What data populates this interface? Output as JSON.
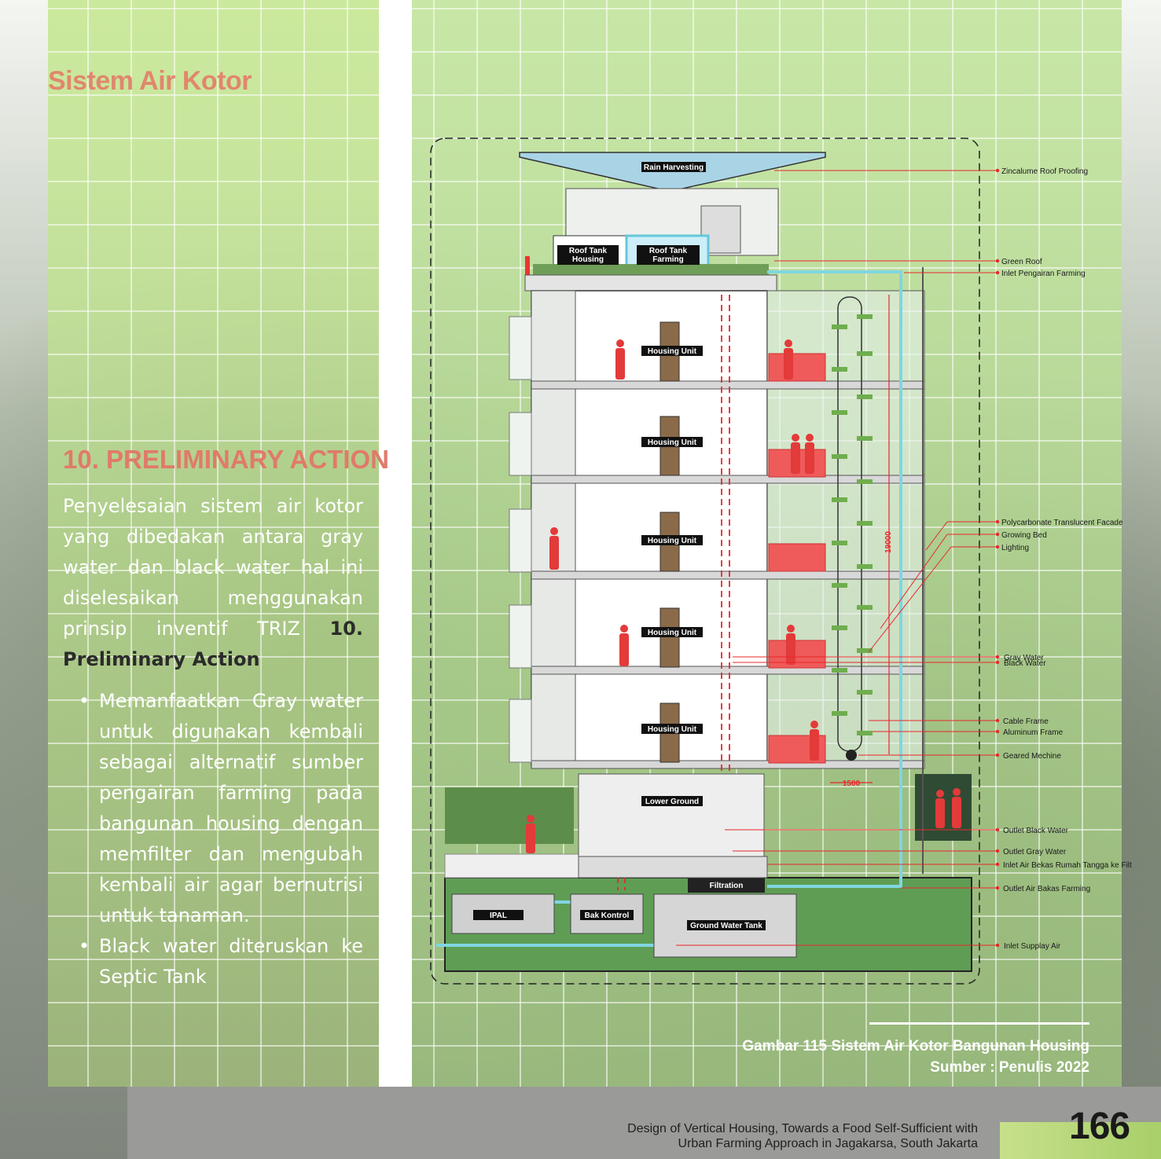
{
  "page_title": "Sistem Air Kotor",
  "section_heading": "10. PRELIMINARY ACTION",
  "paragraph": {
    "text": "Penyelesaian sistem air kotor yang dibedakan antara gray water dan black water hal ini diselesaikan menggunakan prinsip inventif TRIZ",
    "emphasis": "10. Preliminary Action"
  },
  "bullets": [
    "Memanfaatkan Gray water untuk digunakan kembali sebagai alternatif sumber pengairan farming pada bangunan housing dengan memfilter dan mengubah kembali air agar bernutrisi untuk tanaman.",
    "Black water diteruskan ke Septic Tank"
  ],
  "drawing": {
    "boxes": {
      "rain": "Rain Harvesting",
      "roof_housing_1": "Roof Tank",
      "roof_housing_2": "Housing",
      "roof_farming_1": "Roof Tank",
      "roof_farming_2": "Farming",
      "unit": "Housing Unit",
      "lower": "Lower Ground",
      "filtration": "Filtration",
      "ipal": "IPAL",
      "bak": "Bak Kontrol",
      "gwt": "Ground Water Tank"
    },
    "dim_vertical": "19000",
    "dim_horizontal": "1500",
    "annotations": {
      "zincalume": "Zincalume Roof Proofing",
      "green_roof": "Green Roof",
      "inlet_farming": "Inlet Pengairan Farming",
      "polycarbonate": "Polycarbonate Translucent Facade",
      "growing_bed": "Growing Bed",
      "lighting": "Lighting",
      "gray_water": "Gray Water",
      "black_water": "Black Water",
      "cable_frame": "Cable Frame",
      "aluminum_frame": "Aluminum Frame",
      "geared": "Geared Mechine",
      "outlet_black": "Outlet Black Water",
      "outlet_gray": "Outlet Gray Water",
      "inlet_bekas": "Inlet Air Bekas Rumah Tangga ke Filt",
      "outlet_bekas": "Outlet Air Bakas Farming",
      "inlet_supply": "Inlet Supplay Air"
    }
  },
  "caption": {
    "line1": "Gambar 115 Sistem Air Kotor Bangunan Housing",
    "line2": "Sumber : Penulis 2022"
  },
  "footer": {
    "line1": "Design of Vertical Housing, Towards a Food Self-Sufficient with",
    "line2": "Urban Farming Approach in Jagakarsa, South Jakarta"
  },
  "page_number": "166"
}
